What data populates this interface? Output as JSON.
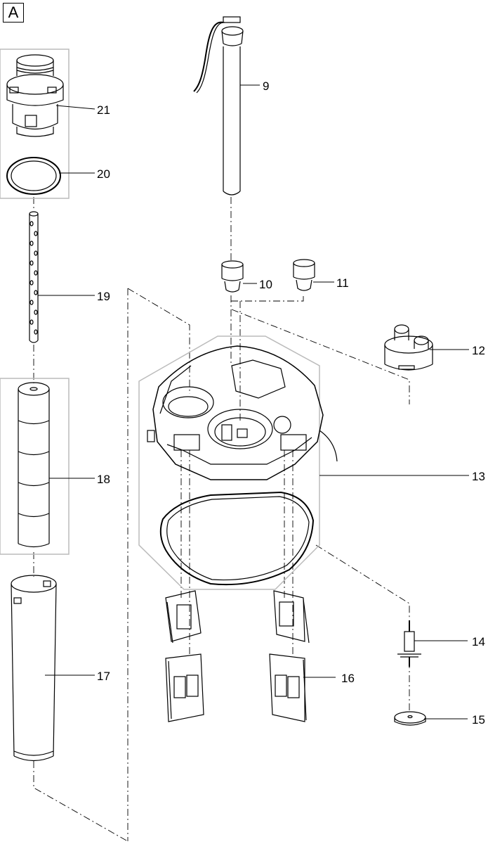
{
  "panel_letter": "A",
  "parts": [
    {
      "number": "9"
    },
    {
      "number": "10"
    },
    {
      "number": "11"
    },
    {
      "number": "12"
    },
    {
      "number": "13"
    },
    {
      "number": "14"
    },
    {
      "number": "15"
    },
    {
      "number": "16"
    },
    {
      "number": "17"
    },
    {
      "number": "18"
    },
    {
      "number": "19"
    },
    {
      "number": "20"
    },
    {
      "number": "21"
    }
  ]
}
